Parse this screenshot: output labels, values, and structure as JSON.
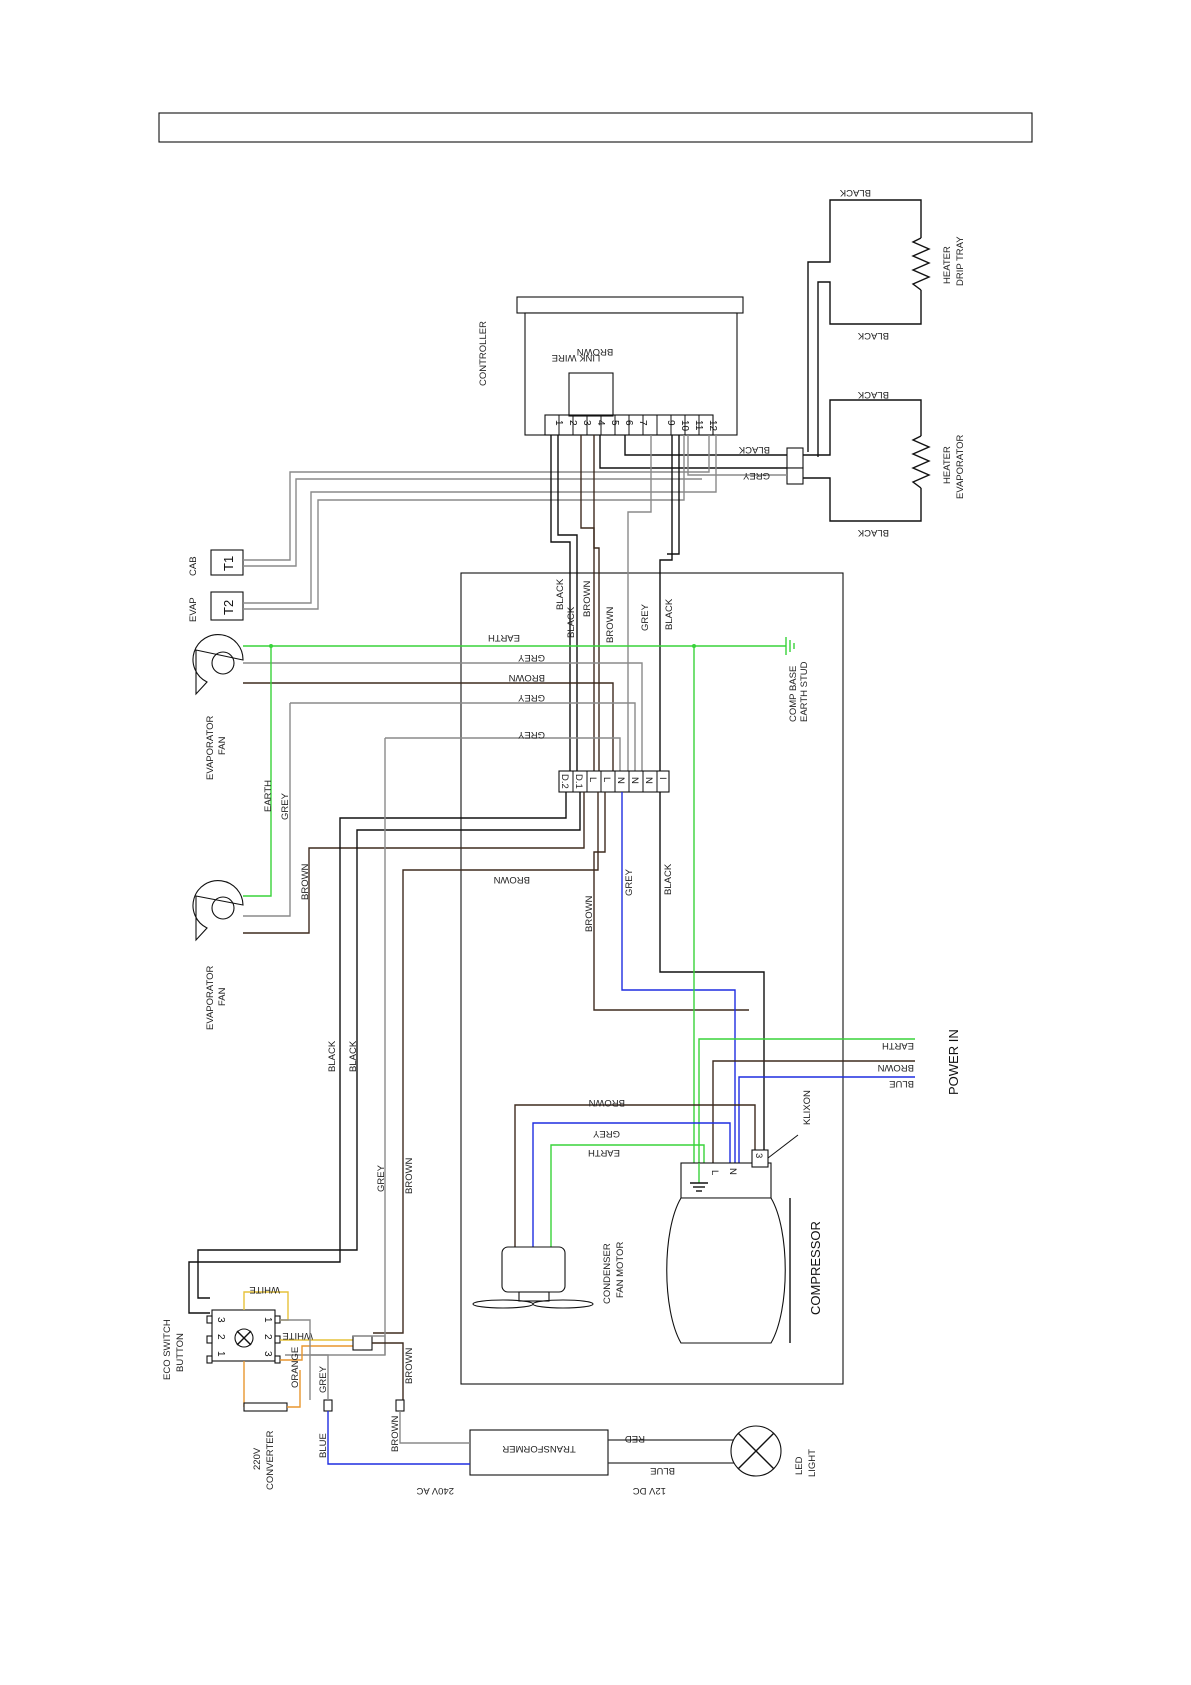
{
  "title_bar": {
    "text": ""
  },
  "colors": {
    "black": "#111111",
    "grey": "#8a8a8a",
    "brown": "#3e2b1f",
    "earth": "#39d33a",
    "blue": "#1f2de0",
    "orange": "#e8962e",
    "white_wire": "#e6c23a"
  },
  "controller": {
    "label": "CONTROLLER",
    "link_wire_1": "LINK WIRE",
    "link_wire_2": "BROWN",
    "terminals": [
      "1",
      "2",
      "3",
      "4",
      "5",
      "6",
      "7",
      "9",
      "10",
      "11",
      "12"
    ]
  },
  "heaters": {
    "drip_tray_1": "HEATER",
    "drip_tray_2": "DRIP TRAY",
    "evap_1": "HEATER",
    "evap_2": "EVAPORATOR",
    "wire_black": "BLACK",
    "wire_grey": "GREY"
  },
  "sensors": {
    "t1": "T1",
    "t1_name": "CAB",
    "t2": "T2",
    "t2_name": "EVAP"
  },
  "fans": {
    "evap_fan_1": "EVAPORATOR",
    "evap_fan_2": "FAN",
    "condenser_1": "CONDENSER",
    "condenser_2": "FAN MOTOR"
  },
  "terminal_block": [
    "D.2",
    "D.1",
    "L",
    "L",
    "N",
    "N",
    "N",
    "I"
  ],
  "wires": {
    "black": "BLACK",
    "grey": "GREY",
    "brown": "BROWN",
    "earth": "EARTH",
    "blue": "BLUE",
    "white": "WHITE",
    "orange": "ORANGE",
    "red": "RED"
  },
  "earth_stud": {
    "line1": "COMP BASE",
    "line2": "EARTH STUD"
  },
  "power_in": {
    "label": "POWER IN",
    "earth": "EARTH",
    "brown": "BROWN",
    "blue": "BLUE"
  },
  "compressor": {
    "label": "COMPRESSOR",
    "klixon": "KLIXON",
    "l": "L",
    "n": "N",
    "three": "3"
  },
  "eco_switch": {
    "line1": "ECO SWITCH",
    "line2": "BUTTON",
    "pins": [
      "3",
      "2",
      "1",
      "1",
      "2",
      "3"
    ]
  },
  "converter": {
    "line1": "220V",
    "line2": "CONVERTER"
  },
  "transformer": {
    "label": "TRANSFORMER",
    "ac": "240V AC",
    "dc": "12V DC"
  },
  "led": {
    "line1": "LED",
    "line2": "LIGHT"
  }
}
